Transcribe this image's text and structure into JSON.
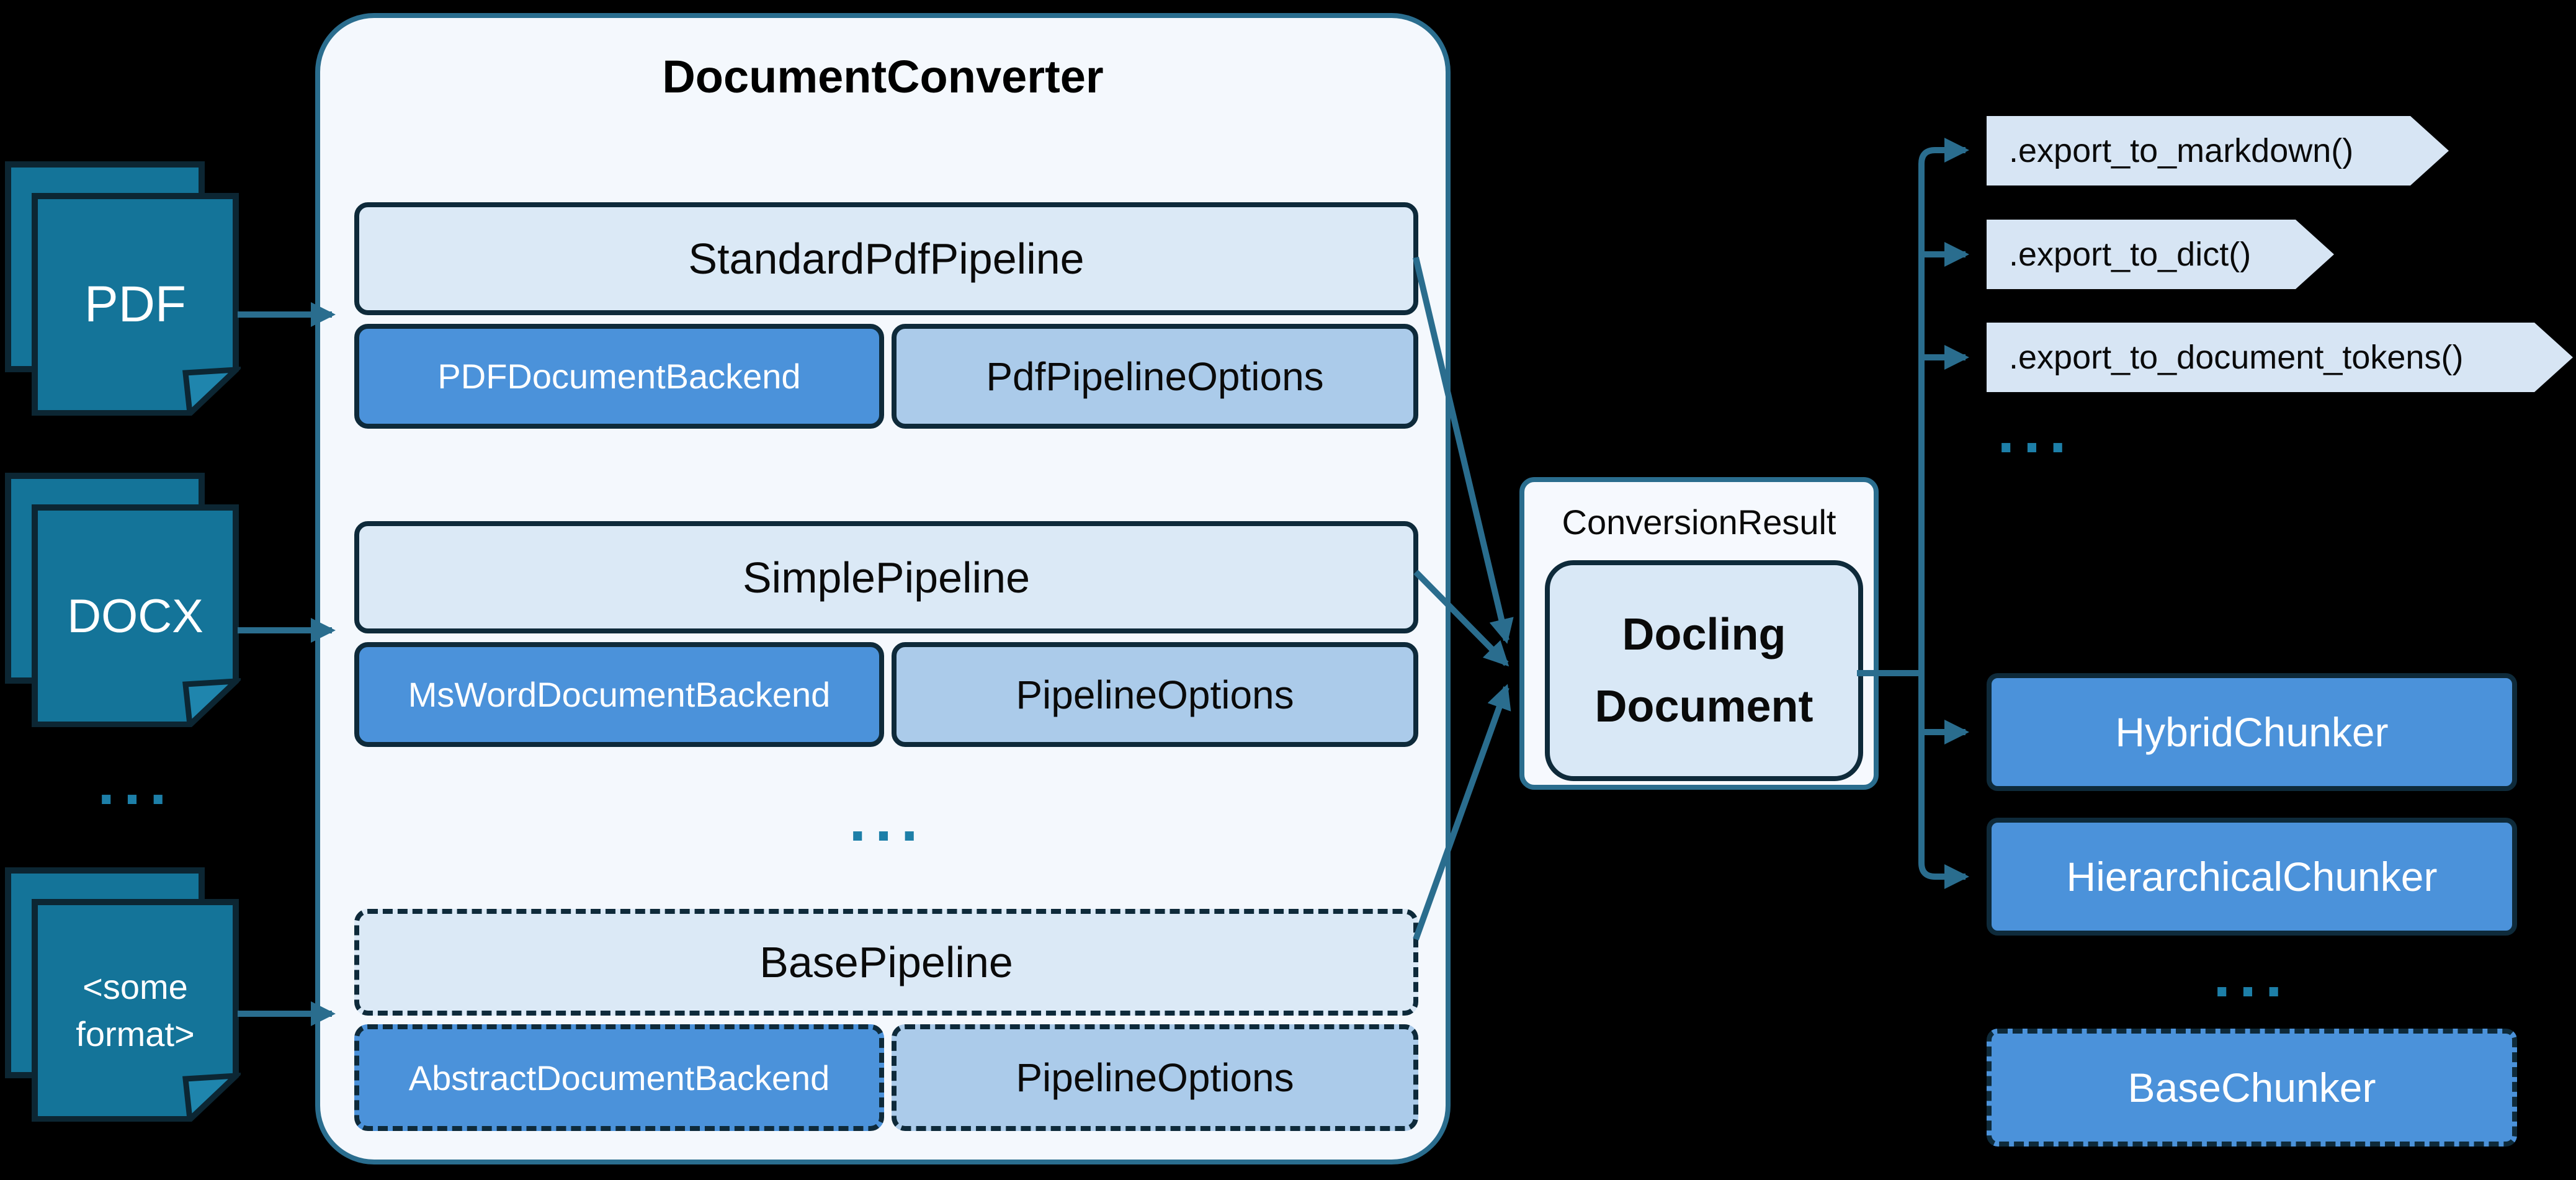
{
  "inputs": {
    "items": [
      {
        "label": "PDF"
      },
      {
        "label": "DOCX"
      },
      {
        "label": "<some format>"
      }
    ],
    "dots": "..."
  },
  "converter": {
    "title": "DocumentConverter",
    "rows": [
      {
        "pipeline": "StandardPdfPipeline",
        "backend": "PDFDocumentBackend",
        "options": "PdfPipelineOptions"
      },
      {
        "pipeline": "SimplePipeline",
        "backend": "MsWordDocumentBackend",
        "options": "PipelineOptions"
      },
      {
        "pipeline": "BasePipeline",
        "backend": "AbstractDocumentBackend",
        "options": "PipelineOptions"
      }
    ],
    "dots": "..."
  },
  "result": {
    "label": "ConversionResult",
    "document": "Docling Document"
  },
  "exports": {
    "methods": [
      ".export_to_markdown()",
      ".export_to_dict()",
      ".export_to_document_tokens()"
    ],
    "dots": "..."
  },
  "chunkers": {
    "items": [
      "HybridChunker",
      "HierarchicalChunker"
    ],
    "dots": "...",
    "base": "BaseChunker"
  },
  "colors": {
    "accent_teal": "#2a6d8e",
    "doc_icon_fill": "#147499",
    "box_border_navy": "#0e2a3a",
    "pipeline_fill": "#dbe9f6",
    "backend_fill": "#4b92da",
    "options_fill": "#abcbea",
    "panel_fill": "#f4f8fd",
    "chevron_fill": "#d7e5f4"
  }
}
